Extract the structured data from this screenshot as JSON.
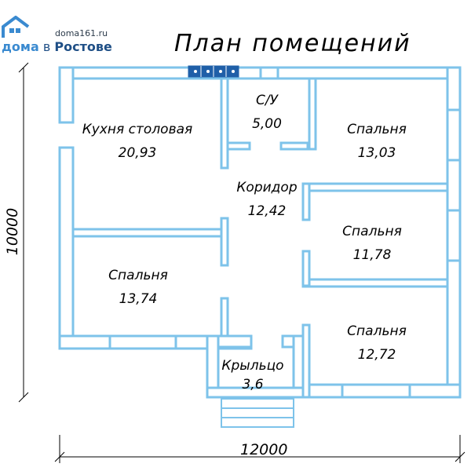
{
  "logo": {
    "site": "doma161.ru",
    "brand_part1": "дома",
    "brand_part2": " в ",
    "brand_part3": "Ростове"
  },
  "title": "План помещений",
  "rooms": [
    {
      "name": "Кухня столовая",
      "area": "20,93"
    },
    {
      "name": "С/У",
      "area": "5,00"
    },
    {
      "name": "Спальня",
      "area": "13,03"
    },
    {
      "name": "Коридор",
      "area": "12,42"
    },
    {
      "name": "Спальня",
      "area": "11,78"
    },
    {
      "name": "Спальня",
      "area": "13,74"
    },
    {
      "name": "Спальня",
      "area": "12,72"
    },
    {
      "name": "Крыльцо",
      "area": "3,6"
    }
  ],
  "dimensions": {
    "width": "12000",
    "height": "10000"
  },
  "colors": {
    "wall": "#7ec3ea",
    "wall_stroke": "#4a9fd4",
    "vent_fill": "#1f5fa8"
  }
}
